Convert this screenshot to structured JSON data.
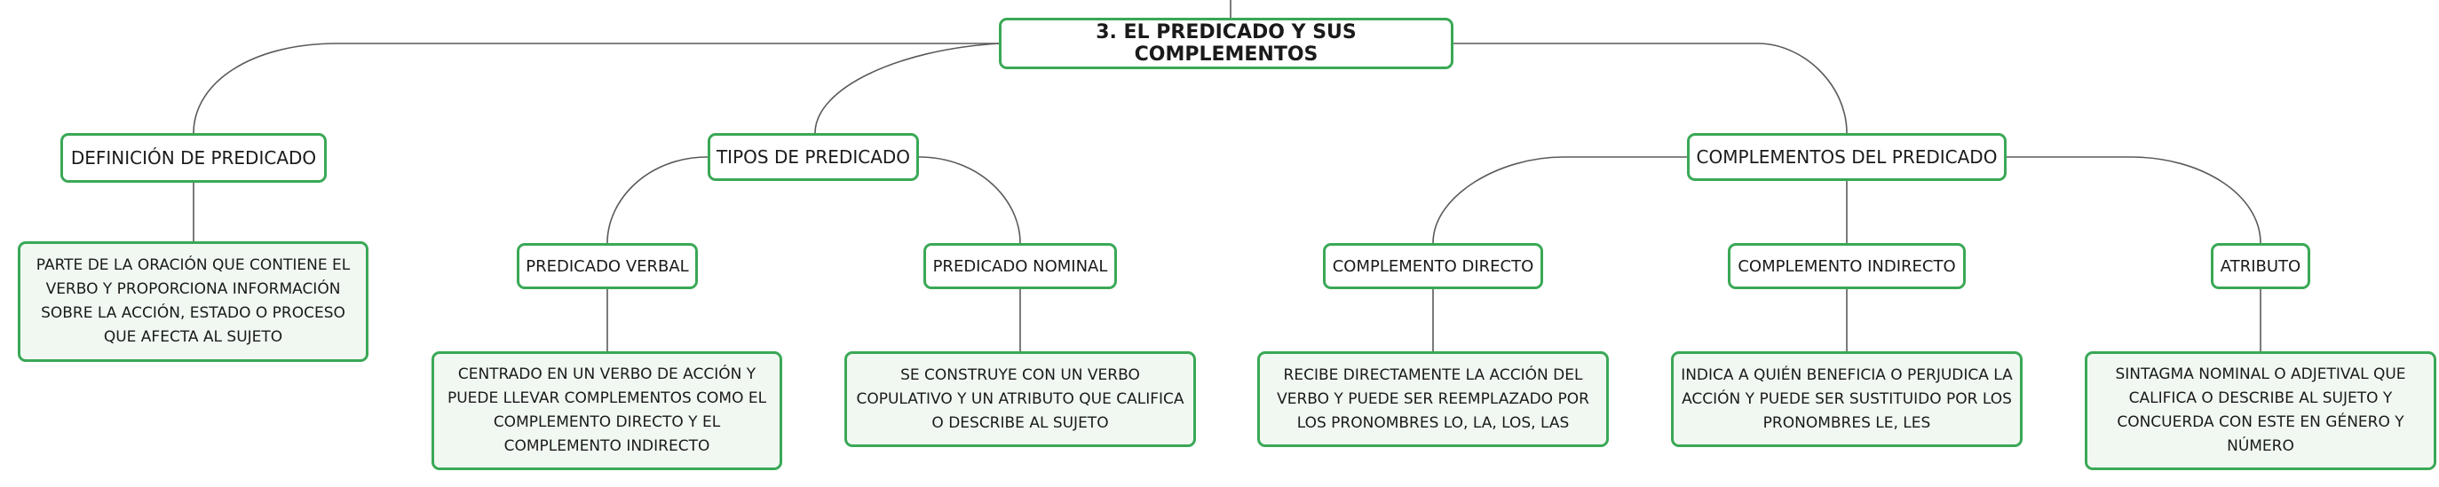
{
  "diagram": {
    "root": "3. EL PREDICADO Y SUS COMPLEMENTOS",
    "definicion": {
      "label": "DEFINICIÓN DE PREDICADO",
      "text": "PARTE DE LA ORACIÓN QUE CONTIENE EL VERBO Y PROPORCIONA INFORMACIÓN SOBRE LA ACCIÓN, ESTADO O PROCESO QUE AFECTA AL SUJETO"
    },
    "tipos": {
      "label": "TIPOS DE PREDICADO",
      "verbal": {
        "label": "PREDICADO VERBAL",
        "text": "CENTRADO EN UN VERBO DE ACCIÓN Y PUEDE LLEVAR COMPLEMENTOS COMO EL COMPLEMENTO DIRECTO Y EL COMPLEMENTO INDIRECTO"
      },
      "nominal": {
        "label": "PREDICADO NOMINAL",
        "text": "SE CONSTRUYE CON UN VERBO COPULATIVO Y UN ATRIBUTO QUE CALIFICA O DESCRIBE AL SUJETO"
      }
    },
    "complementos": {
      "label": "COMPLEMENTOS DEL PREDICADO",
      "directo": {
        "label": "COMPLEMENTO DIRECTO",
        "text": "RECIBE DIRECTAMENTE LA ACCIÓN DEL VERBO Y PUEDE SER REEMPLAZADO POR LOS PRONOMBRES LO, LA, LOS, LAS"
      },
      "indirecto": {
        "label": "COMPLEMENTO INDIRECTO",
        "text": "INDICA A QUIÉN BENEFICIA O PERJUDICA LA ACCIÓN Y PUEDE SER SUSTITUIDO POR LOS PRONOMBRES LE, LES"
      },
      "atributo": {
        "label": "ATRIBUTO",
        "text": "SINTAGMA NOMINAL O ADJETIVAL QUE CALIFICA O DESCRIBE AL SUJETO Y CONCUERDA CON ESTE EN GÉNERO Y NÚMERO"
      }
    }
  },
  "colors": {
    "node_border": "#3aa856",
    "leaf_fill": "#f1f8f2",
    "connector": "#5a5a5a"
  }
}
